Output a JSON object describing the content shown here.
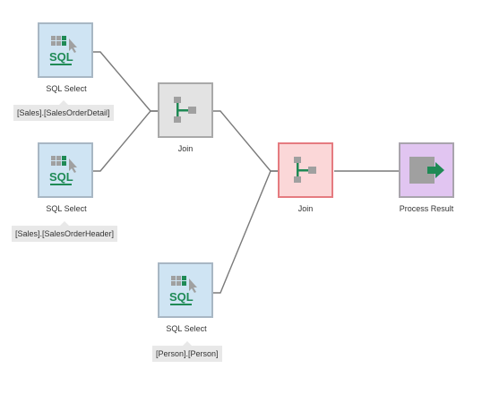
{
  "nodes": {
    "sql1": {
      "label": "SQL Select",
      "tag": "[Sales].[SalesOrderDetail]",
      "icon": "sql-table-icon",
      "icon_text": "SQL"
    },
    "sql2": {
      "label": "SQL Select",
      "tag": "[Sales].[SalesOrderHeader]",
      "icon": "sql-table-icon",
      "icon_text": "SQL"
    },
    "sql3": {
      "label": "SQL Select",
      "tag": "[Person].[Person]",
      "icon": "sql-table-icon",
      "icon_text": "SQL"
    },
    "join1": {
      "label": "Join",
      "icon": "join-icon"
    },
    "join2": {
      "label": "Join",
      "icon": "join-icon",
      "state": "selected"
    },
    "result": {
      "label": "Process Result",
      "icon": "process-result-icon"
    }
  },
  "colors": {
    "sql_fill": "#cfe4f3",
    "join_fill": "#e3e3e3",
    "join_selected_fill": "#fbd7d8",
    "join_selected_border": "#e57b80",
    "result_fill": "#e1c5f1",
    "icon_green": "#1f8a55",
    "icon_gray": "#a0a0a0",
    "connector": "#7a7a7a"
  }
}
